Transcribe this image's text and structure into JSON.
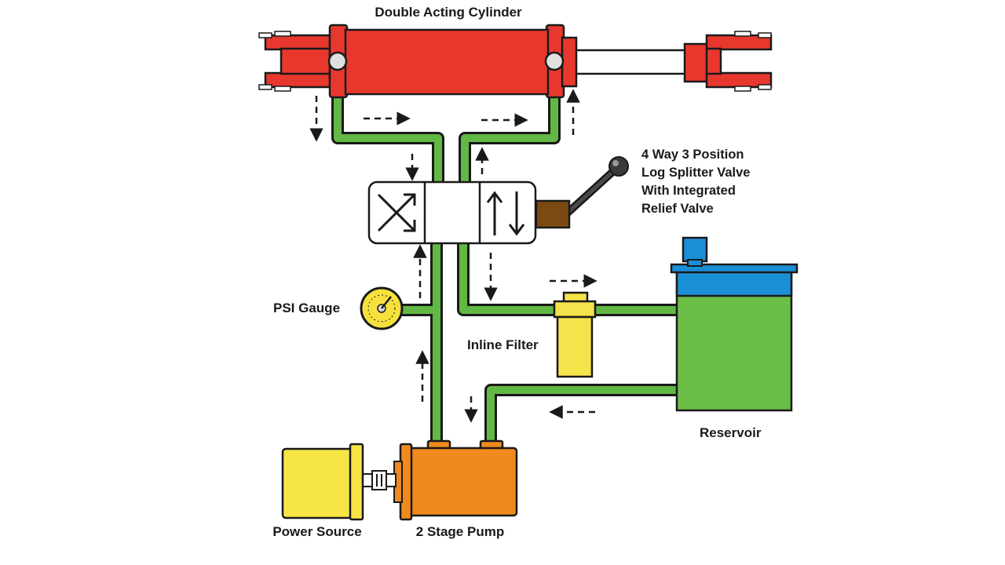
{
  "labels": {
    "cylinder": "Double Acting Cylinder",
    "valve_line1": "4 Way 3 Position",
    "valve_line2": "Log Splitter Valve",
    "valve_line3": "With Integrated",
    "valve_line4": "Relief Valve",
    "gauge": "PSI Gauge",
    "filter": "Inline Filter",
    "reservoir": "Reservoir",
    "power_source": "Power Source",
    "pump": "2 Stage Pump"
  },
  "colors": {
    "cylinder": "#e8382e",
    "hose": "#62b844",
    "reservoir_fluid": "#6abe46",
    "reservoir_top": "#1a8fd6",
    "pump": "#f08a1c",
    "power_source": "#f7e445",
    "filter": "#f4e34a",
    "gauge": "#f6e13c",
    "valve_handle": "#7a4a12"
  }
}
